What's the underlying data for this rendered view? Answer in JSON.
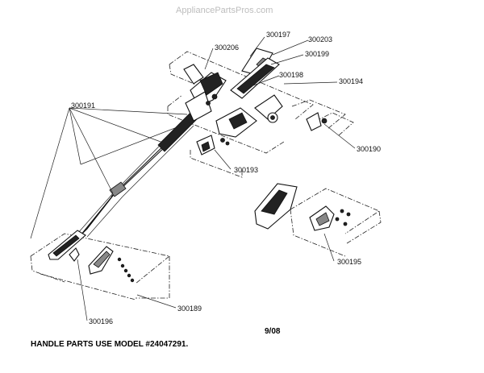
{
  "watermark": "AppliancePartsPros.com",
  "part_labels": {
    "p300197": "300197",
    "p300203": "300203",
    "p300206": "300206",
    "p300199": "300199",
    "p300198": "300198",
    "p300194": "300194",
    "p300191": "300191",
    "p300190": "300190",
    "p300193": "300193",
    "p300195": "300195",
    "p300196": "300196",
    "p300189": "300189"
  },
  "footer": {
    "date": "9/08",
    "note": "HANDLE PARTS USE MODEL #24047291."
  }
}
